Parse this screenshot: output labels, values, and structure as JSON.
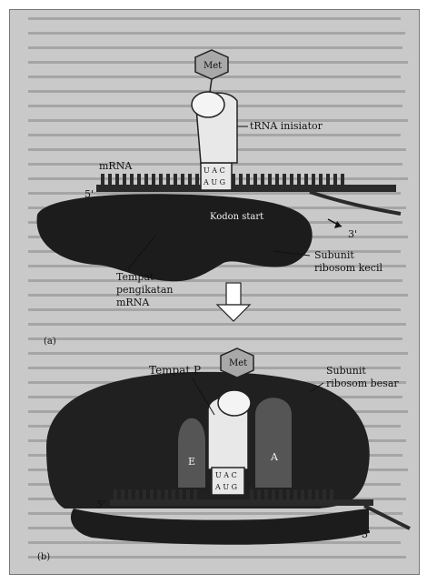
{
  "panel_a": {
    "met": "Met",
    "trna": "tRNA inisiator",
    "mrna": "mRNA",
    "five_prime": "5'",
    "three_prime": "3'",
    "anticodon": "U A C",
    "codon": "A U G",
    "start_codon": "Kodon start",
    "small_subunit_line1": "Subunit",
    "small_subunit_line2": "ribosom kecil",
    "binding_site_line1": "Tempat",
    "binding_site_line2": "pengikatan",
    "binding_site_line3": "mRNA",
    "panel_letter": "(a)"
  },
  "panel_b": {
    "met": "Met",
    "p_site": "Tempat P",
    "large_subunit_line1": "Subunit",
    "large_subunit_line2": "ribosom besar",
    "e_site": "E",
    "a_site": "A",
    "anticodon": "U A C",
    "codon": "A U G",
    "five_prime": "5'",
    "three_prime": "3'",
    "panel_letter": "(b)"
  }
}
